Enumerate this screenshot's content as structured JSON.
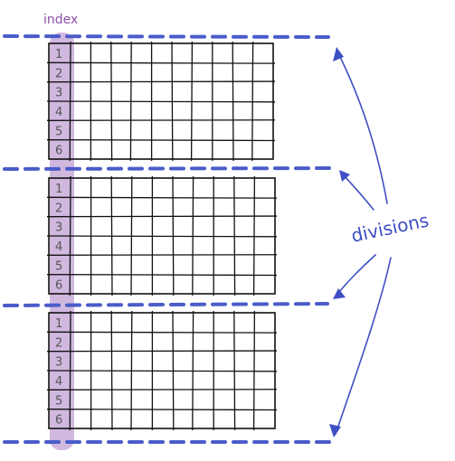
{
  "labels": {
    "index": "index",
    "divisions": "divisions"
  },
  "blocks": [
    {
      "rows": [
        "1",
        "2",
        "3",
        "4",
        "5",
        "6"
      ]
    },
    {
      "rows": [
        "1",
        "2",
        "3",
        "4",
        "5",
        "6"
      ]
    },
    {
      "rows": [
        "1",
        "2",
        "3",
        "4",
        "5",
        "6"
      ]
    }
  ],
  "grid": {
    "columns": 11,
    "rows": 6
  },
  "colors": {
    "divider": "#4a5cc9",
    "arrow": "#3f4fc4",
    "index_highlight": "#c8acd9",
    "index_label": "#8a4fa8",
    "grid_line": "#111111"
  }
}
